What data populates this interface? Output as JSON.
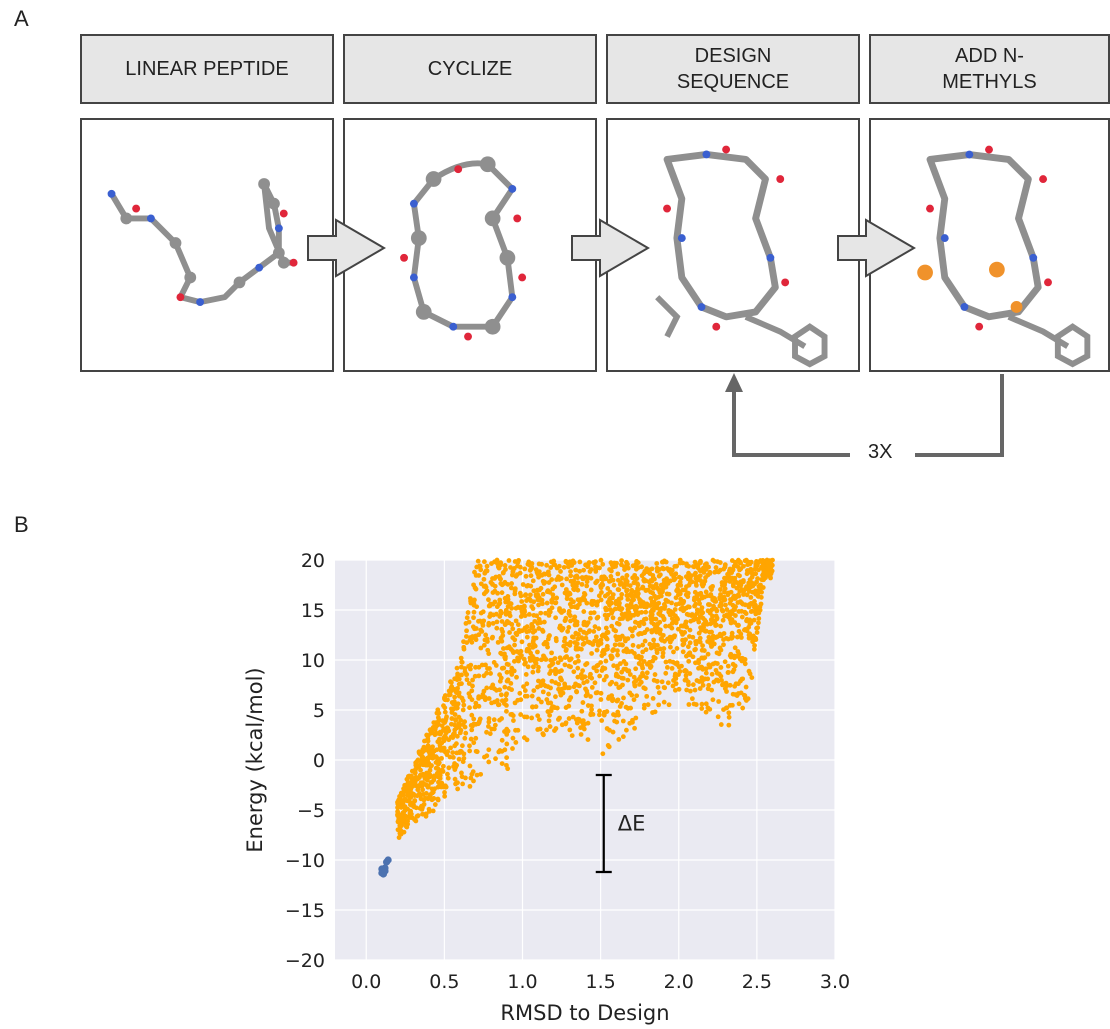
{
  "panel_a": {
    "letter": "A",
    "steps": [
      {
        "label": "LINEAR PEPTIDE"
      },
      {
        "label": "CYCLIZE"
      },
      {
        "label": "DESIGN SEQUENCE"
      },
      {
        "label": "ADD N-METHYLS"
      }
    ],
    "loop_label": "3X"
  },
  "panel_b": {
    "letter": "B",
    "annotation": "ΔE"
  },
  "colors": {
    "carbon": "#8f8f8f",
    "nitrogen": "#3a5fd0",
    "oxygen": "#e0263a",
    "methyl": "#f0922b",
    "design_points": "#4c72b0",
    "sampled_points": "#ffa500",
    "plot_bg": "#eaeaf2"
  },
  "chart_data": {
    "type": "scatter",
    "xlabel": "RMSD to Design",
    "ylabel": "Energy (kcal/mol)",
    "xlim": [
      -0.2,
      3.0
    ],
    "ylim": [
      -20,
      20
    ],
    "xticks": [
      "0.0",
      "0.5",
      "1.0",
      "1.5",
      "2.0",
      "2.5",
      "3.0"
    ],
    "yticks": [
      "−20",
      "−15",
      "−10",
      "−5",
      "0",
      "5",
      "10",
      "15",
      "20"
    ],
    "grid": true,
    "series": [
      {
        "color": "#4c72b0",
        "points": [
          [
            0.1,
            -11.3
          ],
          [
            0.11,
            -11.0
          ],
          [
            0.12,
            -10.8
          ],
          [
            0.1,
            -10.9
          ],
          [
            0.14,
            -10.0
          ],
          [
            0.13,
            -10.2
          ],
          [
            0.12,
            -11.1
          ],
          [
            0.11,
            -11.4
          ]
        ]
      },
      {
        "color": "#ffa500",
        "envelope": {
          "x_range": [
            0.2,
            2.6
          ],
          "lower": [
            [
              0.2,
              -8
            ],
            [
              0.4,
              -5.5
            ],
            [
              0.7,
              -3
            ],
            [
              0.9,
              -1
            ],
            [
              1.1,
              1.5
            ],
            [
              1.3,
              2.5
            ],
            [
              1.5,
              0.2
            ],
            [
              1.7,
              3
            ],
            [
              2.0,
              6
            ],
            [
              2.3,
              3
            ],
            [
              2.45,
              6
            ],
            [
              2.55,
              18
            ]
          ],
          "upper": [
            [
              0.2,
              -4
            ],
            [
              0.4,
              3
            ],
            [
              0.6,
              10
            ],
            [
              0.7,
              20
            ],
            [
              2.6,
              20
            ]
          ]
        }
      }
    ],
    "annotations": [
      {
        "text": "ΔE",
        "x": 1.52,
        "y_from": -1.5,
        "y_to": -11.2
      }
    ]
  }
}
